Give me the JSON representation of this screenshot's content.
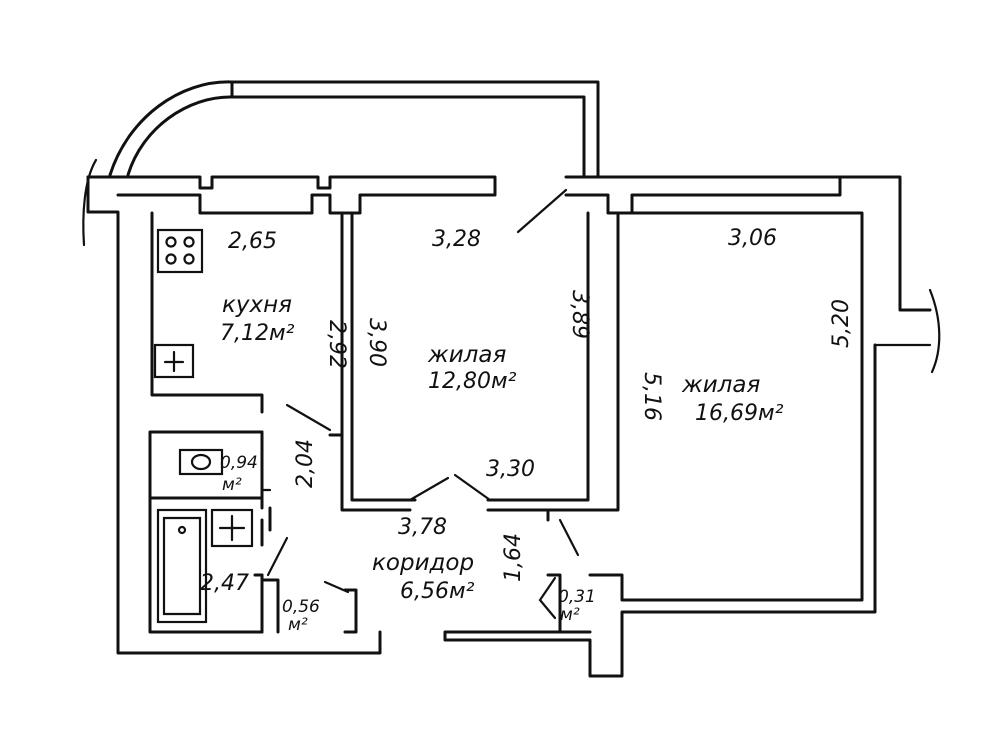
{
  "rooms": {
    "kitchen": {
      "name": "кухня",
      "area": "7,12м²"
    },
    "living1": {
      "name": "жилая",
      "area": "12,80м²"
    },
    "living2": {
      "name": "жилая",
      "area": "16,69м²"
    },
    "corridor": {
      "name": "коридор",
      "area": "6,56м²"
    },
    "toilet": {
      "area_num": "0,94",
      "area_unit": "м²"
    },
    "closet1": {
      "area_num": "0,56",
      "area_unit": "м²"
    },
    "closet2": {
      "area_num": "0,31",
      "area_unit": "м²"
    }
  },
  "dimensions": {
    "kitchen_width": "2,65",
    "kitchen_depth": "2,92",
    "living1_width": "3,28",
    "living1_left": "3,90",
    "living1_right": "3,89",
    "living1_bottom": "3,30",
    "living2_width": "3,06",
    "living2_left": "5,16",
    "living2_right": "5,20",
    "corridor_width": "3,78",
    "corridor_side": "1,64",
    "bath_vertical": "2,04",
    "bath_length": "2,47"
  },
  "colors": {
    "ink": "#111111",
    "paper": "#ffffff"
  }
}
